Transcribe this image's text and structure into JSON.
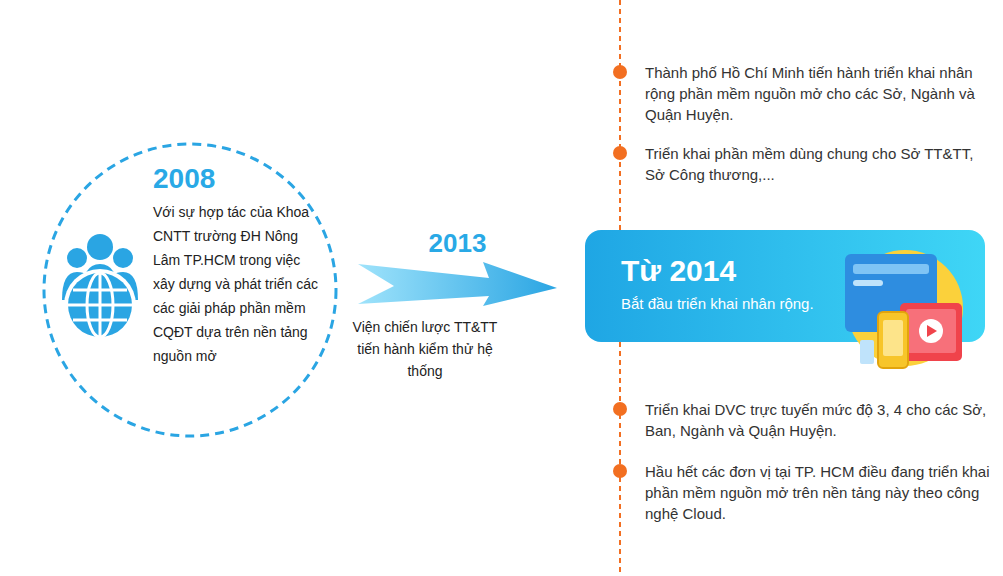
{
  "diagram": {
    "nodes": [
      {
        "text": [
          "2008",
          "Với sự hợp tác của Khoa CNTT trường ĐH Nông Lâm TP.HCM trong việc xây dựng và phát triển các các giải pháp phần mềm CQĐT dựa trên nền tảng nguồn mở"
        ]
      },
      {
        "text": [
          "Từ 2014",
          "Bắt đầu triển khai nhân rộng."
        ]
      }
    ],
    "edges": [
      {
        "from": 0,
        "to": 1,
        "arrow": "to",
        "label": "2013"
      }
    ],
    "labels": [
      "Thành phố Hồ Chí Minh tiến hành triển khai nhân rộng phần mềm nguồn mở cho các Sở, Ngành và Quận Huyện.",
      "Triển khai phần mềm dùng chung cho Sở TT&TT, Sở Công thương,...",
      "Triển khai DVC trực tuyến mức độ 3, 4 cho các Sở, Ban, Ngành và Quận Huyện.",
      "Hầu hết các đơn vị tại TP. HCM điều đang triển khai phần mềm nguồn mở trên nền tảng này theo công nghệ Cloud.",
      "Viện chiến lược TT&TT tiến hành kiểm thử hệ thống"
    ]
  }
}
